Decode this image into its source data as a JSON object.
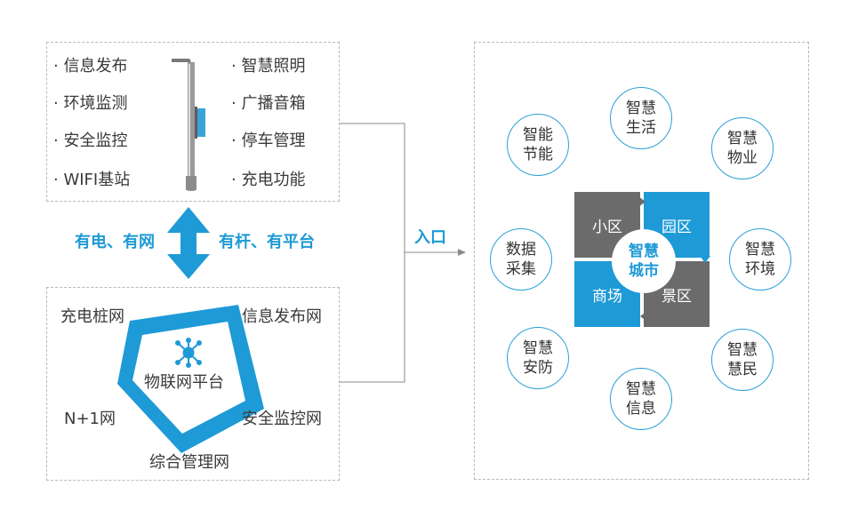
{
  "pole_features": {
    "left": [
      "信息发布",
      "环境监测",
      "安全监控",
      "WIFI基站"
    ],
    "right": [
      "智慧照明",
      "广播音箱",
      "停车管理",
      "充电功能"
    ]
  },
  "middle": {
    "left_label": "有电、有网",
    "right_label": "有杆、有平台"
  },
  "iot": {
    "center": "物联网平台",
    "nodes": [
      "充电桩网",
      "信息发布网",
      "N+1网",
      "安全监控网",
      "综合管理网"
    ]
  },
  "entry_label": "入口",
  "city": {
    "center": "智慧城市",
    "quads": [
      "小区",
      "园区",
      "商场",
      "景区"
    ],
    "circles": [
      "智慧生活",
      "智能节能",
      "智慧物业",
      "数据采集",
      "智慧环境",
      "智慧安防",
      "智慧慧民",
      "智慧信息"
    ]
  },
  "colors": {
    "accent": "#1e9ad6",
    "dark_gray": "#6b6b6b"
  }
}
